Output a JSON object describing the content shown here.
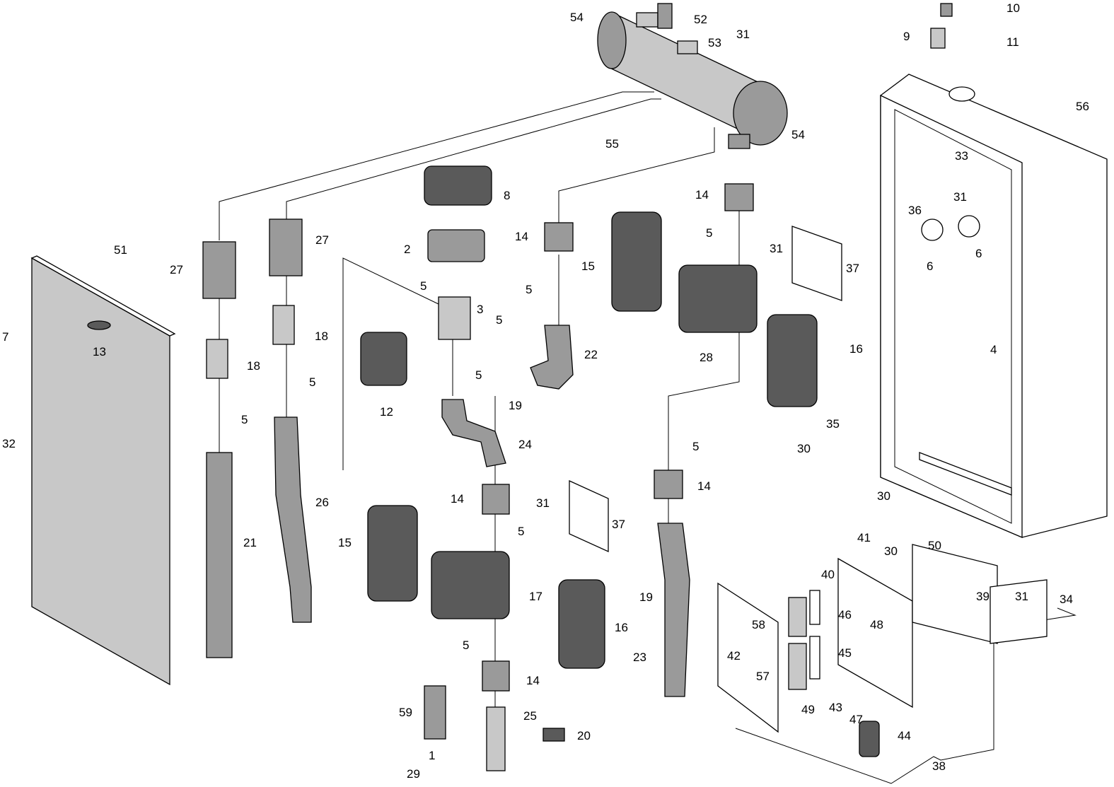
{
  "title": "Exploded parts diagram",
  "labels": [
    "54",
    "52",
    "31",
    "53",
    "54",
    "55",
    "9",
    "10",
    "11",
    "56",
    "33",
    "31",
    "36",
    "6",
    "6",
    "8",
    "2",
    "3",
    "5",
    "5",
    "5",
    "12",
    "14",
    "5",
    "22",
    "19",
    "24",
    "15",
    "14",
    "5",
    "31",
    "37",
    "28",
    "16",
    "4",
    "35",
    "30",
    "30",
    "51",
    "7",
    "13",
    "32",
    "27",
    "27",
    "18",
    "18",
    "5",
    "5",
    "21",
    "26",
    "14",
    "5",
    "31",
    "37",
    "15",
    "17",
    "16",
    "19",
    "5",
    "14",
    "5",
    "14",
    "23",
    "59",
    "25",
    "20",
    "1",
    "29",
    "41",
    "30",
    "50",
    "40",
    "48",
    "46",
    "58",
    "45",
    "42",
    "57",
    "49",
    "43",
    "47",
    "44",
    "38",
    "39",
    "31",
    "34"
  ]
}
